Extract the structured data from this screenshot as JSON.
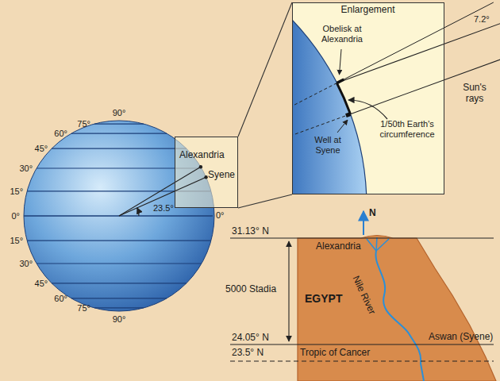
{
  "diagram": {
    "nodes": [
      {
        "text": [
          "Alexandria",
          "Syene"
        ]
      },
      {
        "text": [
          "Enlargement",
          "Obelisk at Alexandria",
          "Well at Syene",
          "1/50th Earth's circumference"
        ]
      }
    ],
    "edges": [
      {
        "from": 0,
        "to": 1,
        "arrow": "none"
      }
    ],
    "labels": [
      "90°",
      "75°",
      "60°",
      "45°",
      "30°",
      "15°",
      "0°",
      "15°",
      "30°",
      "45°",
      "60°",
      "75°",
      "90°",
      "0°",
      "23.5°",
      "7.2°",
      "Sun's rays",
      "N",
      "31.13° N",
      "Alexandria",
      "5000 Stadia",
      "EGYPT",
      "Nile River",
      "Aswan (Syene)",
      "24.05° N",
      "23.5° N",
      "Tropic of Cancer"
    ]
  }
}
